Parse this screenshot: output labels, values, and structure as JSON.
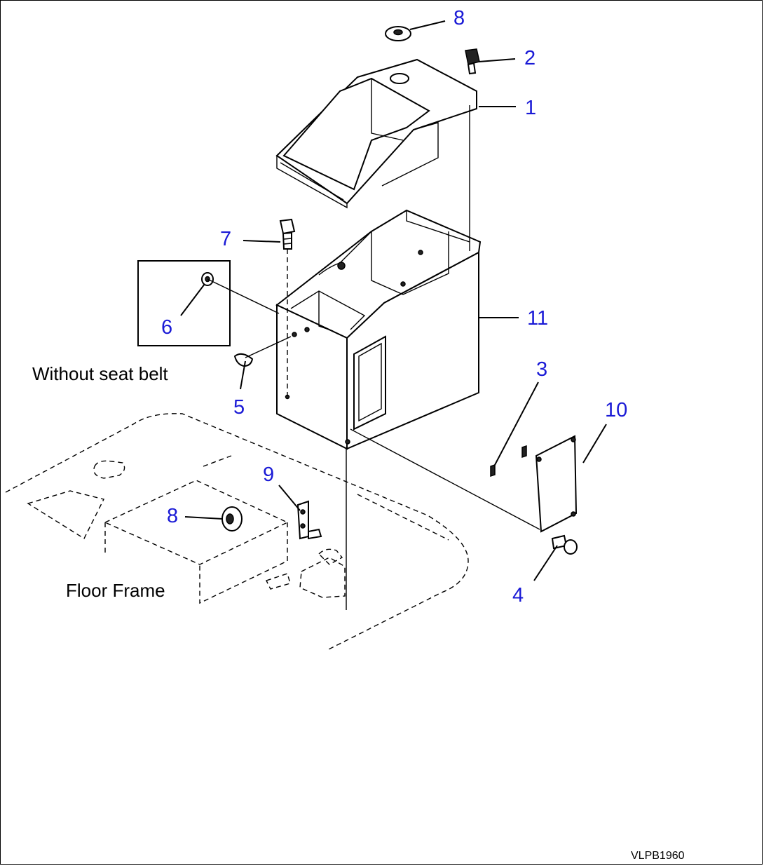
{
  "callouts": {
    "c1": "1",
    "c2": "2",
    "c3": "3",
    "c4": "4",
    "c5": "5",
    "c6": "6",
    "c7": "7",
    "c8_top": "8",
    "c8_floor": "8",
    "c9": "9",
    "c10": "10",
    "c11": "11"
  },
  "labels": {
    "without_seat_belt": "Without seat belt",
    "floor_frame": "Floor Frame"
  },
  "drawing_code": "VLPB1960"
}
